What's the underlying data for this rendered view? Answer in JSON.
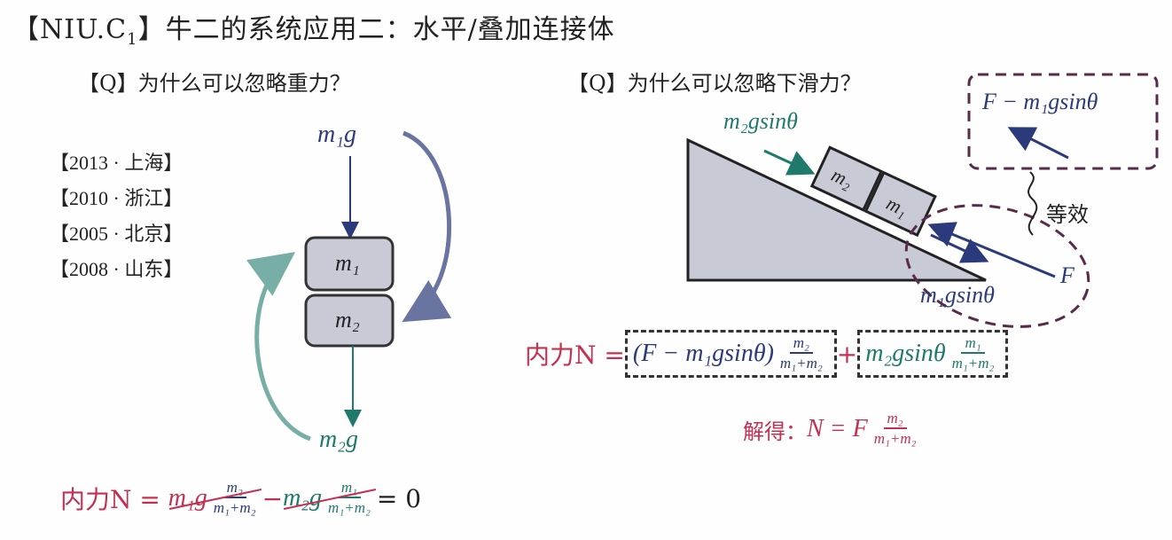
{
  "title": {
    "prefix": "【NIU.C",
    "sub": "1",
    "suffix": "】牛二的系统应用二：水平/叠加连接体"
  },
  "left": {
    "question": "【Q】为什么可以忽略重力？",
    "years": [
      "【2013 · 上海】",
      "【2010 · 浙江】",
      "【2005 · 北京】",
      "【2008 · 山东】"
    ],
    "m1g": "m₁g",
    "m2g": "m₂g",
    "m1": "m₁",
    "m2": "m₂",
    "formula": {
      "lhs": "内力N =",
      "t1": "m₁g",
      "f1_num": "m₂",
      "f1_den": "m₁+m₂",
      "minus": "−",
      "t2": "m₂g",
      "f2_num": "m₁",
      "f2_den": "m₁+m₂",
      "rhs": "= 0"
    }
  },
  "right": {
    "question": "【Q】为什么可以忽略下滑力？",
    "m2gsin": "m₂gsinθ",
    "m1gsin": "m₁gsinθ",
    "F": "F",
    "m1": "m₁",
    "m2": "m₂",
    "equiv_box": "F − m₁gsinθ",
    "equiv_label": "等效",
    "formula": {
      "lhs": "内力N =",
      "t1": "(F − m₁gsinθ)",
      "f1_num": "m₂",
      "f1_den": "m₁+m₂",
      "plus": "+",
      "t2": "m₂gsinθ",
      "f2_num": "m₁",
      "f2_den": "m₁+m₂"
    },
    "result": {
      "lhs": "解得：",
      "expr": "N = F",
      "num": "m₂",
      "den": "m₁+m₂"
    }
  },
  "colors": {
    "navy": "#2b3a7a",
    "teal": "#1f7a6c",
    "red": "#c53050",
    "block": "#c8cad6"
  }
}
